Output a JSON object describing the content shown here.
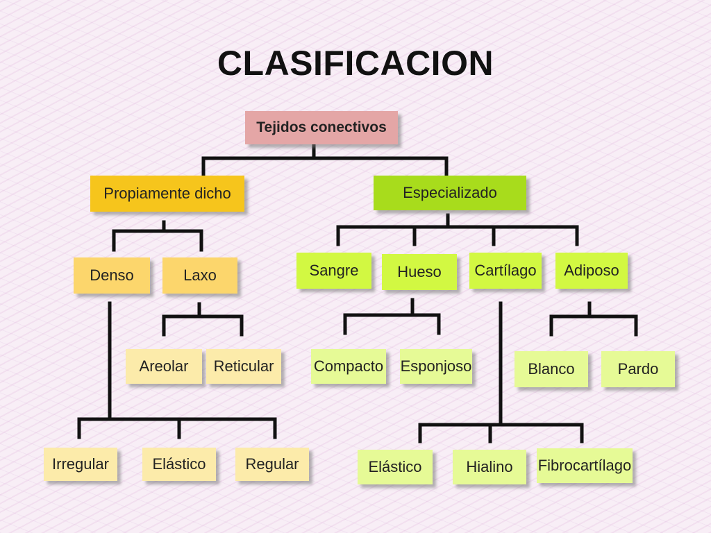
{
  "title": "CLASIFICACION",
  "root": "Tejidos conectivos",
  "propiamente": {
    "label": "Propiamente dicho",
    "denso": "Denso",
    "laxo": "Laxo",
    "laxo_children": [
      "Areolar",
      "Reticular"
    ],
    "denso_children": [
      "Irregular",
      "Elástico",
      "Regular"
    ]
  },
  "especializado": {
    "label": "Especializado",
    "children": [
      "Sangre",
      "Hueso",
      "Cartílago",
      "Adiposo"
    ],
    "hueso_children": [
      "Compacto",
      "Esponjoso"
    ],
    "adiposo_children": [
      "Blanco",
      "Pardo"
    ],
    "cartilago_children": [
      "Elástico",
      "Hialino",
      "Fibrocartílago"
    ]
  },
  "colors": {
    "root": "#e4a6a6",
    "propiamente": "#f6c51c",
    "propiamente_level2": "#fcd66c",
    "propiamente_level3": "#fcebaa",
    "especializado": "#a8dc1c",
    "especializado_level2": "#d2f842",
    "especializado_level3": "#e6fa96",
    "connector": "#111111"
  }
}
